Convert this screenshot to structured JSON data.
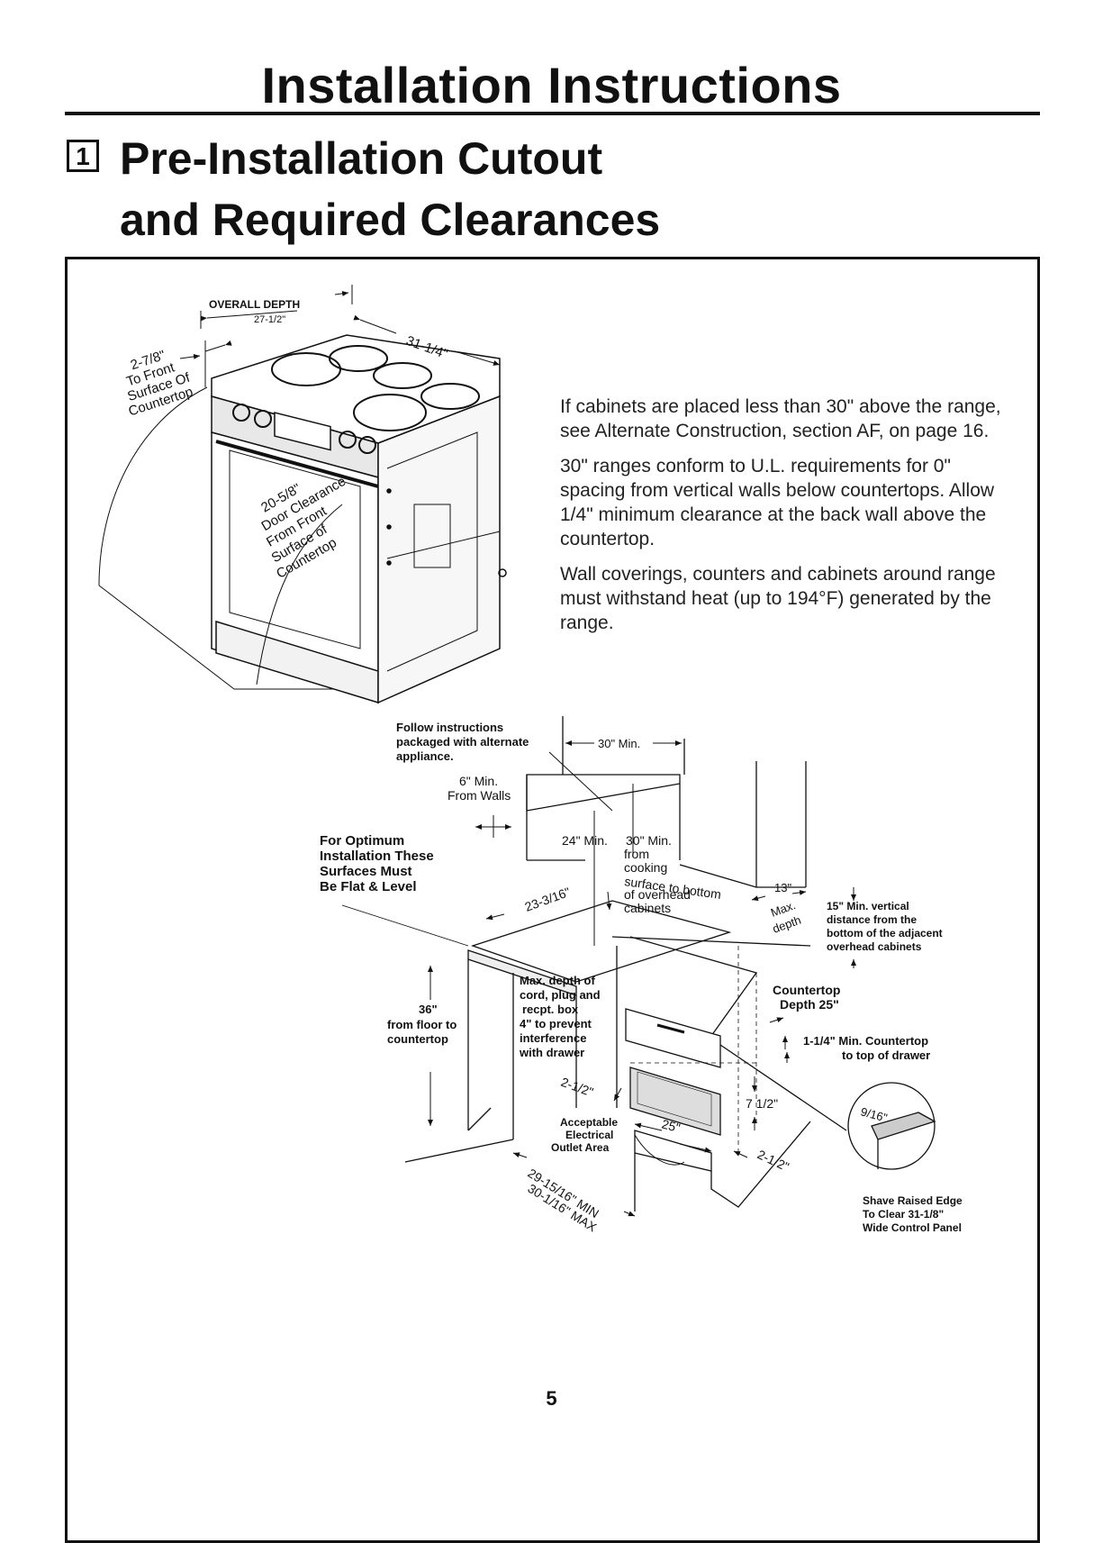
{
  "header": {
    "title": "Installation Instructions",
    "step_number": "1",
    "heading_line1": "Pre-Installation Cutout",
    "heading_line2": "and Required Clearances"
  },
  "body_paragraphs": [
    "If cabinets are placed less than 30\" above the range, see Alternate Construction, section AF, on page 16.",
    "30\" ranges conform to U.L. requirements for 0\" spacing from vertical walls below countertops. Allow 1/4\" minimum clearance at the back wall above the countertop.",
    "Wall coverings, counters and cabinets around range must withstand heat (up to 194°F) generated by the range."
  ],
  "range_diagram": {
    "overall_depth_label": "OVERALL DEPTH",
    "overall_depth_value": "27-1/2\"",
    "width_31": "31-1/4\"",
    "front_2_7_8": "2-7/8\"",
    "front_line2": "To Front",
    "front_line3": "Surface Of",
    "front_line4": "Countertop",
    "door_value": "20-5/8\"",
    "door_line2": "Door Clearance",
    "door_line3": "From Front",
    "door_line4": "Surface of",
    "door_line5": "Countertop"
  },
  "cutout_diagram": {
    "follow_1": "Follow instructions",
    "follow_2": "packaged with alternate",
    "follow_3": "appliance.",
    "min30_top": "30\" Min.",
    "walls_1": "6\" Min.",
    "walls_2": "From Walls",
    "optimum_1": "For Optimum",
    "optimum_2": "Installation These",
    "optimum_3": "Surfaces Must",
    "optimum_4": "Be Flat & Level",
    "min24": "24\" Min.",
    "cook_1": "30\" Min.",
    "cook_2": "from",
    "cook_3": "cooking",
    "cook_4": "surface to bottom",
    "cook_5": "of overhead",
    "cook_6": "cabinets",
    "dim_23": "23-3/16\"",
    "max13_1": "13\"",
    "max13_2": "Max.",
    "max13_3": "depth",
    "vert_1": "15\" Min. vertical",
    "vert_2": "distance from the",
    "vert_3": "bottom of the adjacent",
    "vert_4": "overhead cabinets",
    "floor_1": "36\"",
    "floor_2": "from floor to",
    "floor_3": "countertop",
    "cord_1": "Max. depth of",
    "cord_2": "cord, plug and",
    "cord_3": "recpt. box",
    "cord_4": "4\" to prevent",
    "cord_5": "interference",
    "cord_6": "with drawer",
    "ctop_1": "Countertop",
    "ctop_2": "Depth 25\"",
    "drawer_1": "1-1/4\" Min. Countertop",
    "drawer_2": "to top of drawer",
    "dim_2_half_a": "2-1/2\"",
    "dim_7_half": "7 1/2\"",
    "dim_25": "25\"",
    "outlet_1": "Acceptable",
    "outlet_2": "Electrical",
    "outlet_3": "Outlet Area",
    "dim_2_half_b": "2-1/2\"",
    "min_29": "29-15/16\" MIN",
    "max_30": "30-1/16\" MAX",
    "dim_9_16": "9/16\"",
    "shave_1": "Shave Raised Edge",
    "shave_2": "To Clear 31-1/8\"",
    "shave_3": "Wide Control Panel"
  },
  "footer": {
    "page_number": "5"
  }
}
